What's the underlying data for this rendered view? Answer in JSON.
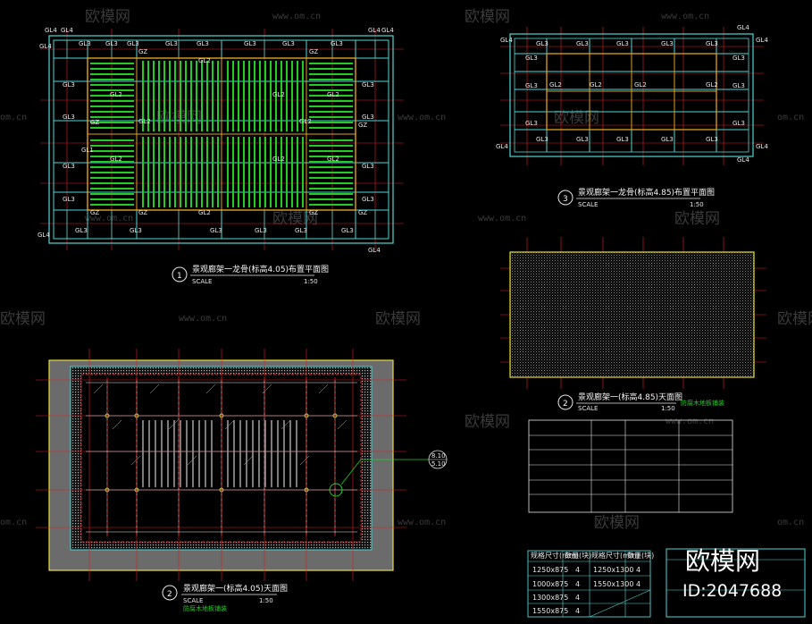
{
  "watermark": {
    "brand": "欧模网",
    "url": "www.om.cn",
    "url_short": "om.cn"
  },
  "plan1": {
    "number": "1",
    "title": "景观廊架一龙骨(标高4.05)布置平面图",
    "scale": "SCALE",
    "ratio": "1:50",
    "beam_labels": [
      "GL4",
      "GL3",
      "GL2",
      "GL1",
      "GZ"
    ]
  },
  "plan2": {
    "number": "2",
    "title": "景观廊架一(标高4.05)天面图",
    "scale": "SCALE",
    "ratio": "1:50",
    "note": "防腐木地板铺装",
    "marker_top": "8.10",
    "marker_bottom": "5.10"
  },
  "plan3": {
    "number": "3",
    "title": "景观廊架一龙骨(标高4.85)布置平面图",
    "scale": "SCALE",
    "ratio": "1:50"
  },
  "plan4": {
    "number": "2",
    "title": "景观廊架一(标高4.85)天面图",
    "scale": "SCALE",
    "ratio": "1:50",
    "note": "防腐木地板铺装"
  },
  "spec_table": {
    "headers": [
      "规格尺寸(mm)",
      "数量(块)",
      "规格尺寸(mm)",
      "数量(块)"
    ],
    "rows": [
      [
        "1250x875",
        "4",
        "1250x1300",
        "4"
      ],
      [
        "1000x875",
        "4",
        "1550x1300",
        "4"
      ],
      [
        "1300x875",
        "4",
        "",
        ""
      ],
      [
        "1550x875",
        "4",
        "",
        ""
      ]
    ]
  },
  "stamp": {
    "brand": "欧模网",
    "id": "ID:2047688"
  },
  "colors": {
    "background": "#000000",
    "cyan": "#4fd6d6",
    "green": "#22cc22",
    "orange": "#e0a020",
    "red": "#e02020",
    "yellow": "#e8e030",
    "white": "#e8e8e8"
  }
}
